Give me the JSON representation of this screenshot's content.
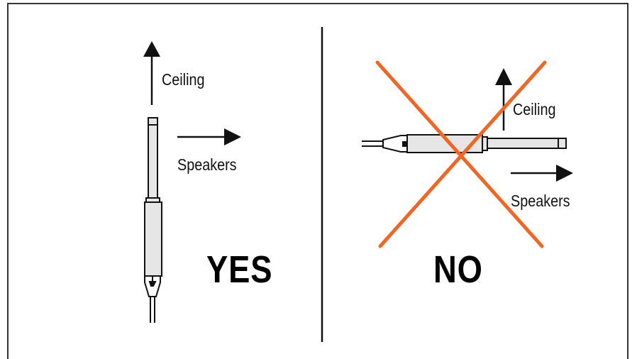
{
  "left_panel": {
    "ceiling_label": "Ceiling",
    "speakers_label": "Speakers",
    "verdict": "YES"
  },
  "right_panel": {
    "ceiling_label": "Ceiling",
    "speakers_label": "Speakers",
    "verdict": "NO"
  },
  "colors": {
    "line": "#111111",
    "device_fill": "#e6e6e6",
    "cross": "#f26522"
  },
  "icons": [
    "arrow-up-icon",
    "arrow-right-icon",
    "probe-vertical-icon",
    "probe-horizontal-icon",
    "cross-out-icon"
  ]
}
